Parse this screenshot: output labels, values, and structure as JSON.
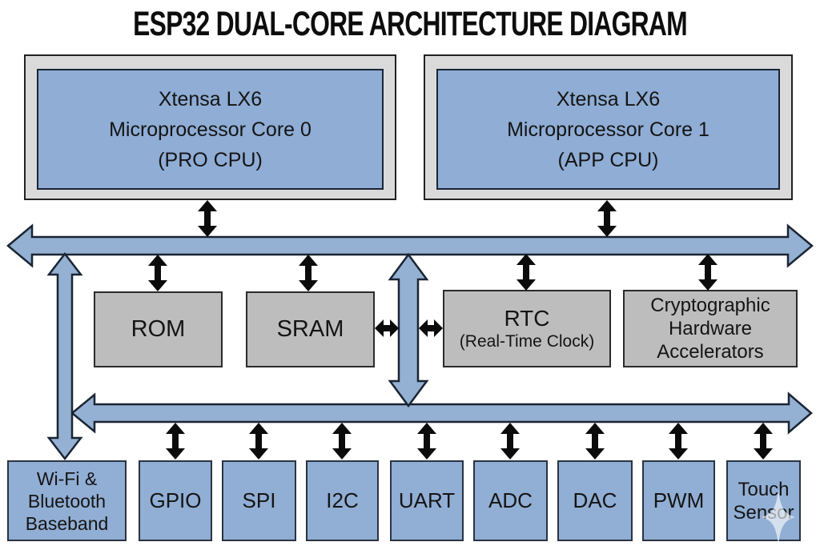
{
  "title": "ESP32 DUAL-CORE ARCHITECTURE DIAGRAM",
  "cores": {
    "core0": {
      "line1": "Xtensa LX6",
      "line2": "Microprocessor Core 0",
      "line3": "(PRO CPU)"
    },
    "core1": {
      "line1": "Xtensa LX6",
      "line2": "Microprocessor Core 1",
      "line3": "(APP CPU)"
    }
  },
  "memory": {
    "rom": {
      "label": "ROM"
    },
    "sram": {
      "label": "SRAM"
    },
    "rtc": {
      "title": "RTC",
      "subtitle": "(Real-Time Clock)"
    },
    "crypto": {
      "line1": "Cryptographic",
      "line2": "Hardware",
      "line3": "Accelerators"
    }
  },
  "peripherals": {
    "wifi": {
      "line1": "Wi-Fi &",
      "line2": "Bluetooth",
      "line3": "Baseband"
    },
    "gpio": {
      "label": "GPIO"
    },
    "spi": {
      "label": "SPI"
    },
    "i2c": {
      "label": "I2C"
    },
    "uart": {
      "label": "UART"
    },
    "adc": {
      "label": "ADC"
    },
    "dac": {
      "label": "DAC"
    },
    "pwm": {
      "label": "PWM"
    },
    "touch": {
      "line1": "Touch",
      "line2": "Sensor"
    }
  },
  "colors": {
    "box_blue": "#91aed4",
    "box_gray": "#bdbdbd",
    "outer_gray": "#dadada",
    "bus_blue": "#94b0d2",
    "outline": "#1a2433",
    "connector_black": "#0b0b0b"
  }
}
